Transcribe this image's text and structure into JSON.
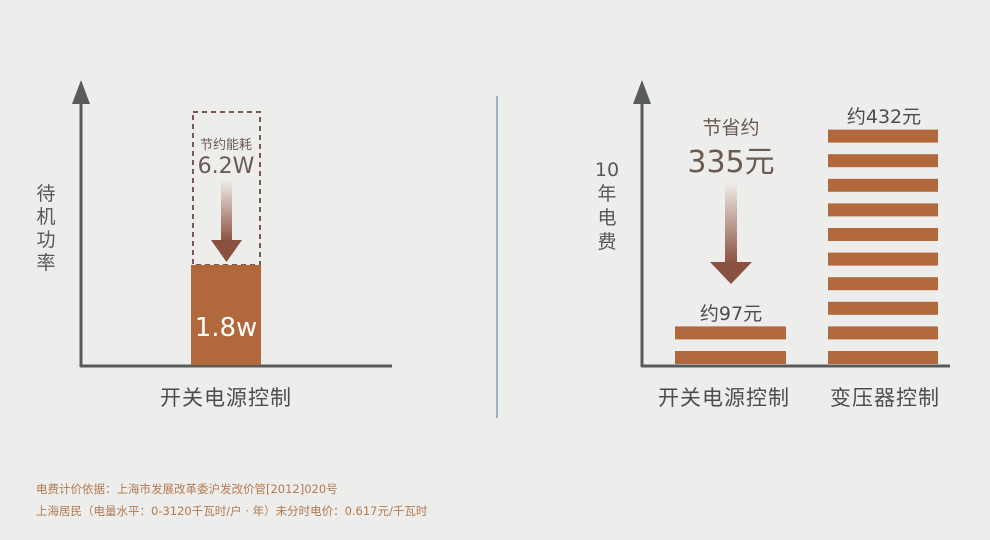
{
  "colors": {
    "background": "#ededeb",
    "bar": "#b0683c",
    "axis": "#575c5a",
    "divider": "#6e87a6",
    "dashed_box": "#7a5a52",
    "arrow_dark": "#8a5040",
    "footnote": "#b47a52"
  },
  "chart_data": [
    {
      "type": "bar",
      "ylabel": "待机功率",
      "categories": [
        "开关电源控制"
      ],
      "values": [
        1.8
      ],
      "value_labels": [
        "1.8w"
      ],
      "saving": {
        "label": "节约能耗",
        "value_text": "6.2W",
        "value": 6.2,
        "total": 8.0
      },
      "grid": false
    },
    {
      "type": "bar",
      "ylabel": "10年电费",
      "categories": [
        "开关电源控制",
        "变压器控制"
      ],
      "values": [
        97,
        432
      ],
      "value_labels": [
        "约97元",
        "约432元"
      ],
      "saving": {
        "label": "节省约",
        "value_text": "335元",
        "value": 335
      },
      "grid": false
    }
  ],
  "footnotes": [
    "电费计价依据：上海市发展改革委沪发改价管[2012]020号",
    "上海居民（电量水平：0-3120千瓦时/户 · 年）未分时电价：0.617元/千瓦时"
  ]
}
